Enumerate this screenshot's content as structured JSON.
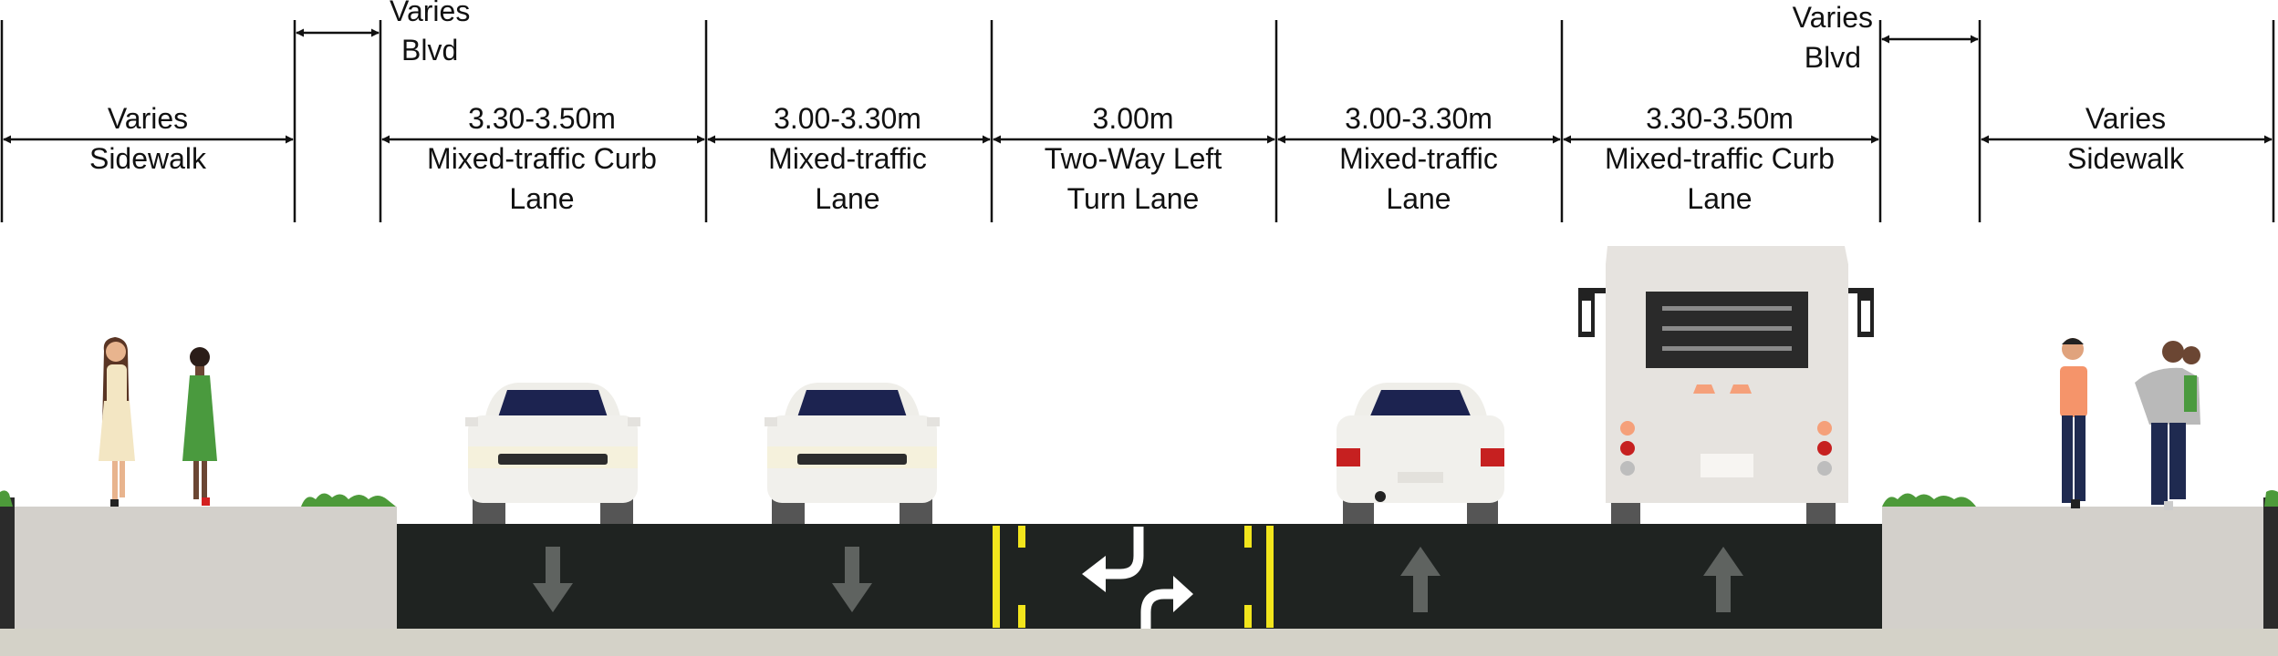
{
  "colors": {
    "pavement": "#1f2321",
    "sidewalk": "#d3d0cb",
    "ground": "#d4d2c8",
    "boulevard_grass": "#4d9a3a",
    "median_marking": "#f2e51c",
    "arrow": "#5f6360",
    "turn_arrow": "#ffffff",
    "vehicle_body": "#f1f0ec",
    "bus_body": "#e6e3df",
    "windshield": "#1c2350",
    "taillight": "#c62020",
    "dimension_line": "#111111"
  },
  "segments": [
    {
      "id": "sidewalk-left",
      "dimension": "Varies",
      "name_lines": [
        "Sidewalk"
      ]
    },
    {
      "id": "blvd-left",
      "dimension": "Varies",
      "name_lines": [
        "Blvd"
      ]
    },
    {
      "id": "curb-lane-left",
      "dimension": "3.30-3.50m",
      "name_lines": [
        "Mixed-traffic Curb",
        "Lane"
      ]
    },
    {
      "id": "lane-left",
      "dimension": "3.00-3.30m",
      "name_lines": [
        "Mixed-traffic",
        "Lane"
      ]
    },
    {
      "id": "twltl",
      "dimension": "3.00m",
      "name_lines": [
        "Two-Way Left",
        "Turn Lane"
      ]
    },
    {
      "id": "lane-right",
      "dimension": "3.00-3.30m",
      "name_lines": [
        "Mixed-traffic",
        "Lane"
      ]
    },
    {
      "id": "curb-lane-right",
      "dimension": "3.30-3.50m",
      "name_lines": [
        "Mixed-traffic Curb",
        "Lane"
      ]
    },
    {
      "id": "blvd-right",
      "dimension": "Varies",
      "name_lines": [
        "Blvd"
      ]
    },
    {
      "id": "sidewalk-right",
      "dimension": "Varies",
      "name_lines": [
        "Sidewalk"
      ]
    }
  ],
  "lane_directions": {
    "lane-curb-left": "down",
    "lane-left": "down",
    "twltl": "two-way-left-turn",
    "lane-right": "up",
    "lane-curb-right": "up"
  },
  "icons": [
    "pedestrian-icon",
    "car-front-icon",
    "car-rear-icon",
    "bus-rear-icon",
    "arrow-down-icon",
    "arrow-up-icon",
    "turn-arrow-icon"
  ]
}
